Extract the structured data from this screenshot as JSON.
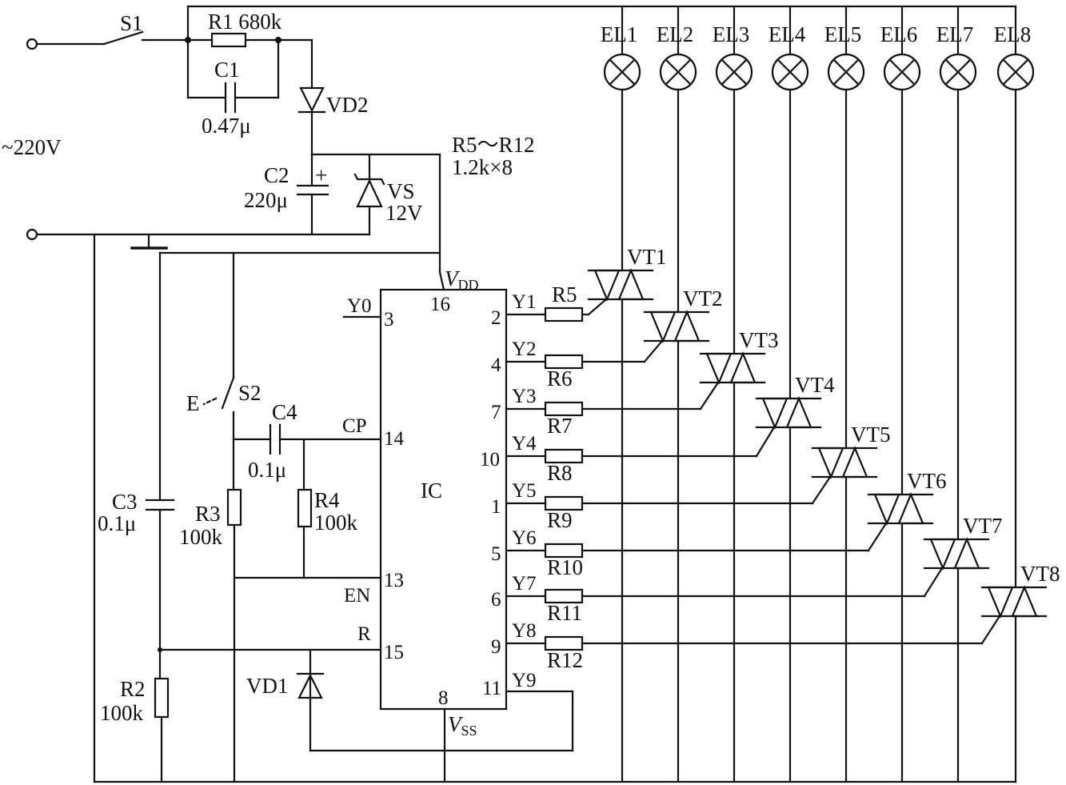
{
  "supply": {
    "voltage": "~220V",
    "switch": "S1"
  },
  "power": {
    "r1": "R1 680k",
    "c1": "C1",
    "c1_value": "0.47μ",
    "vd2": "VD2",
    "c2": "C2",
    "c2_value": "220μ",
    "c2_polarity": "+",
    "vs": "VS",
    "vs_value": "12V"
  },
  "resistor_note": {
    "line1": "R5～R12",
    "line2": "1.2k×8"
  },
  "ic": {
    "name": "IC",
    "vdd_main": "V",
    "vdd_sub": "DD",
    "vss_main": "V",
    "vss_sub": "SS",
    "left_pins": [
      {
        "label": "Y0",
        "number": "3"
      },
      {
        "label": "CP",
        "number": "14"
      },
      {
        "label": "EN",
        "number": "13"
      },
      {
        "label": "R",
        "number": "15"
      }
    ],
    "top_pin": "16",
    "bottom_pin": "8",
    "y9": {
      "label": "Y9",
      "number": "11"
    },
    "outputs": [
      {
        "label": "Y1",
        "number": "2",
        "resistor": "R5",
        "triac": "VT1",
        "lamp": "EL1"
      },
      {
        "label": "Y2",
        "number": "4",
        "resistor": "R6",
        "triac": "VT2",
        "lamp": "EL2"
      },
      {
        "label": "Y3",
        "number": "7",
        "resistor": "R7",
        "triac": "VT3",
        "lamp": "EL3"
      },
      {
        "label": "Y4",
        "number": "10",
        "resistor": "R8",
        "triac": "VT4",
        "lamp": "EL4"
      },
      {
        "label": "Y5",
        "number": "1",
        "resistor": "R9",
        "triac": "VT5",
        "lamp": "EL5"
      },
      {
        "label": "Y6",
        "number": "5",
        "resistor": "R10",
        "triac": "VT6",
        "lamp": "EL6"
      },
      {
        "label": "Y7",
        "number": "6",
        "resistor": "R11",
        "triac": "VT7",
        "lamp": "EL7"
      },
      {
        "label": "Y8",
        "number": "9",
        "resistor": "R12",
        "triac": "VT8",
        "lamp": "EL8"
      }
    ]
  },
  "clock": {
    "e_label": "E",
    "s2": "S2",
    "c4": "C4",
    "c4_value": "0.1μ",
    "r4": "R4",
    "r4_value": "100k",
    "r3": "R3",
    "r3_value": "100k",
    "c3": "C3",
    "c3_value": "0.1μ",
    "r2": "R2",
    "r2_value": "100k",
    "vd1": "VD1"
  }
}
